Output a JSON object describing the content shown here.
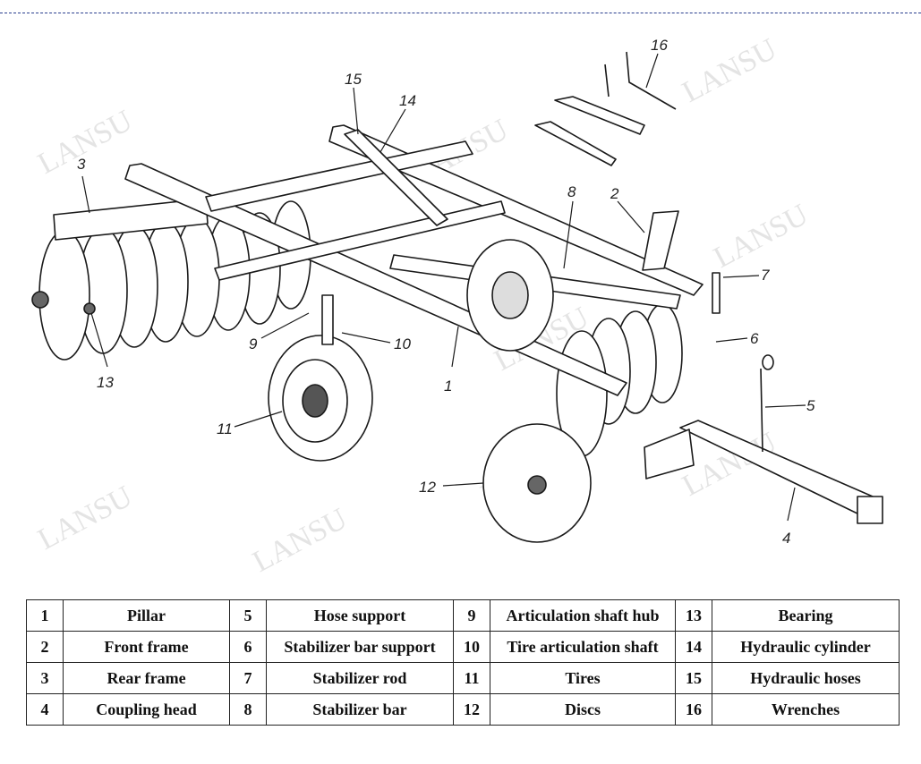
{
  "callouts": {
    "c1": "1",
    "c2": "2",
    "c3": "3",
    "c4": "4",
    "c5": "5",
    "c6": "6",
    "c7": "7",
    "c8": "8",
    "c9": "9",
    "c10": "10",
    "c11": "11",
    "c12": "12",
    "c13": "13",
    "c14": "14",
    "c15": "15",
    "c16": "16"
  },
  "watermark": "LANSU",
  "legend": {
    "rows": [
      [
        {
          "n": "1",
          "label": "Pillar"
        },
        {
          "n": "5",
          "label": "Hose support"
        },
        {
          "n": "9",
          "label": "Articulation shaft hub"
        },
        {
          "n": "13",
          "label": "Bearing"
        }
      ],
      [
        {
          "n": "2",
          "label": "Front frame"
        },
        {
          "n": "6",
          "label": "Stabilizer bar support"
        },
        {
          "n": "10",
          "label": "Tire articulation shaft"
        },
        {
          "n": "14",
          "label": "Hydraulic cylinder"
        }
      ],
      [
        {
          "n": "3",
          "label": "Rear frame"
        },
        {
          "n": "7",
          "label": "Stabilizer rod"
        },
        {
          "n": "11",
          "label": "Tires"
        },
        {
          "n": "15",
          "label": "Hydraulic hoses"
        }
      ],
      [
        {
          "n": "4",
          "label": "Coupling head"
        },
        {
          "n": "8",
          "label": "Stabilizer bar"
        },
        {
          "n": "12",
          "label": "Discs"
        },
        {
          "n": "16",
          "label": "Wrenches"
        }
      ]
    ]
  }
}
